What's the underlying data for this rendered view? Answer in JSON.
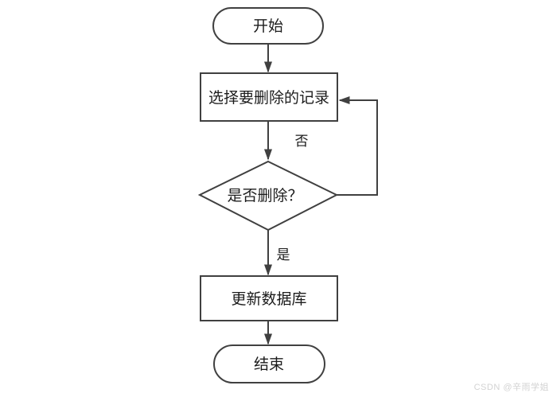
{
  "flowchart": {
    "nodes": {
      "start": {
        "label": "开始",
        "shape": "terminator"
      },
      "select_record": {
        "label": "选择要删除的记录",
        "shape": "process"
      },
      "confirm_delete": {
        "label": "是否删除？",
        "shape": "decision"
      },
      "update_database": {
        "label": "更新数据库",
        "shape": "process"
      },
      "end": {
        "label": "结束",
        "shape": "terminator"
      }
    },
    "edge_labels": {
      "no": "否",
      "yes": "是"
    },
    "colors": {
      "line": "#404040",
      "text": "#1c1c1c",
      "node_fill": "#ffffff"
    }
  },
  "watermark": {
    "text": "CSDN @辛雨学姐",
    "color": "#d3d3d3"
  }
}
